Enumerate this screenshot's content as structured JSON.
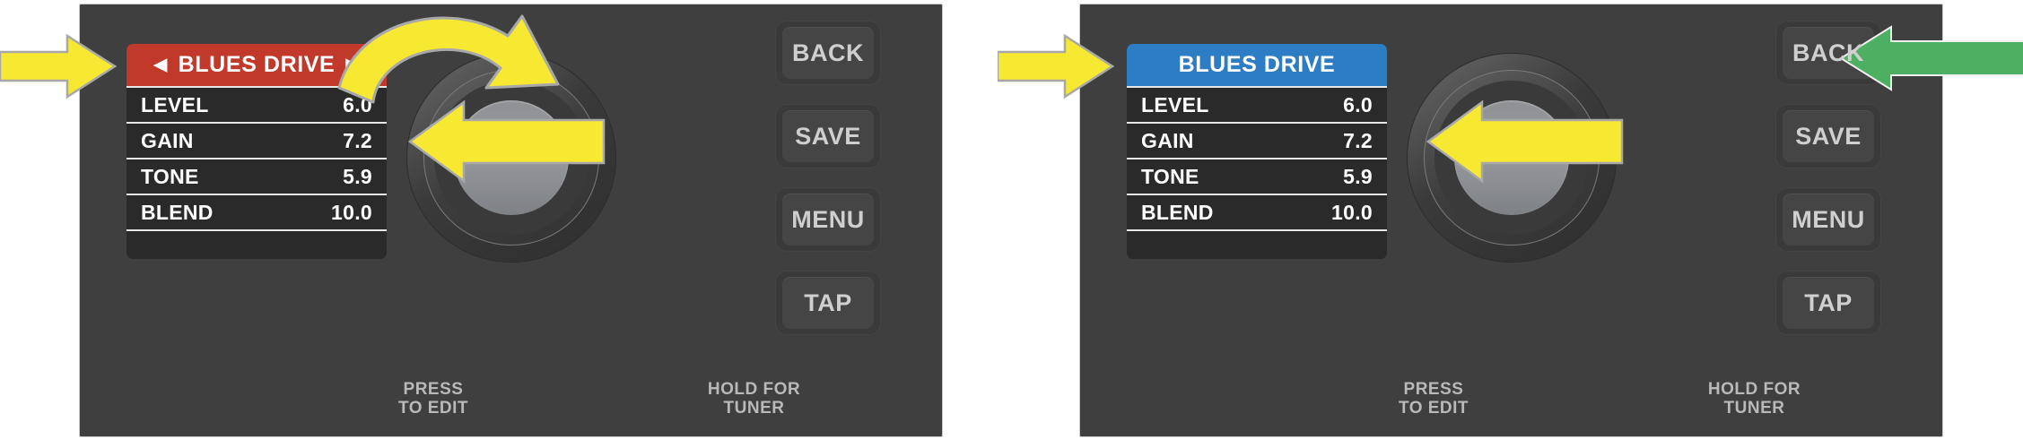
{
  "device": {
    "panels": [
      {
        "id": "left",
        "state_label": "preset-browse",
        "screen": {
          "header": {
            "title": "BLUES DRIVE",
            "bg_color": "#c0392b",
            "left_caret": "◀",
            "right_caret": "▶",
            "carets_visible": true
          },
          "params": [
            {
              "name": "LEVEL",
              "value": "6.0"
            },
            {
              "name": "GAIN",
              "value": "7.2"
            },
            {
              "name": "TONE",
              "value": "5.9"
            },
            {
              "name": "BLEND",
              "value": "10.0"
            }
          ]
        },
        "buttons": [
          {
            "label": "BACK"
          },
          {
            "label": "SAVE"
          },
          {
            "label": "MENU"
          },
          {
            "label": "TAP"
          }
        ],
        "captions": {
          "knob": "PRESS\nTO EDIT",
          "tap": "HOLD FOR\nTUNER"
        },
        "annotations": [
          {
            "name": "preset-arrow",
            "type": "straight-arrow",
            "color": "#f7e832",
            "direction": "right",
            "target": "preset-display"
          },
          {
            "name": "rotate-arrow",
            "type": "curved-arrow",
            "color": "#f7e832",
            "direction": "clockwise",
            "target": "knob"
          },
          {
            "name": "knob-arrow",
            "type": "straight-arrow",
            "color": "#f7e832",
            "direction": "left",
            "target": "knob"
          }
        ]
      },
      {
        "id": "right",
        "state_label": "preset-selected",
        "screen": {
          "header": {
            "title": "BLUES DRIVE",
            "bg_color": "#2d7dc4",
            "left_caret": "",
            "right_caret": "",
            "carets_visible": false
          },
          "params": [
            {
              "name": "LEVEL",
              "value": "6.0"
            },
            {
              "name": "GAIN",
              "value": "7.2"
            },
            {
              "name": "TONE",
              "value": "5.9"
            },
            {
              "name": "BLEND",
              "value": "10.0"
            }
          ]
        },
        "buttons": [
          {
            "label": "BACK"
          },
          {
            "label": "SAVE"
          },
          {
            "label": "MENU"
          },
          {
            "label": "TAP"
          }
        ],
        "captions": {
          "knob": "PRESS\nTO EDIT",
          "tap": "HOLD FOR\nTUNER"
        },
        "annotations": [
          {
            "name": "preset-arrow",
            "type": "straight-arrow",
            "color": "#f7e832",
            "direction": "right",
            "target": "preset-display"
          },
          {
            "name": "knob-arrow",
            "type": "straight-arrow",
            "color": "#f7e832",
            "direction": "left",
            "target": "knob"
          },
          {
            "name": "back-arrow",
            "type": "straight-arrow",
            "color": "#4caf62",
            "direction": "left",
            "target": "back-button"
          }
        ]
      }
    ],
    "colors": {
      "panel_bg": "#3f3f3f",
      "screen_bg": "#2a2a2a",
      "accent_red": "#c0392b",
      "accent_blue": "#2d7dc4",
      "annotation_yellow": "#f7e832",
      "annotation_green": "#4caf62",
      "button_face": "#454545",
      "text_light": "#cfcfcf"
    }
  }
}
